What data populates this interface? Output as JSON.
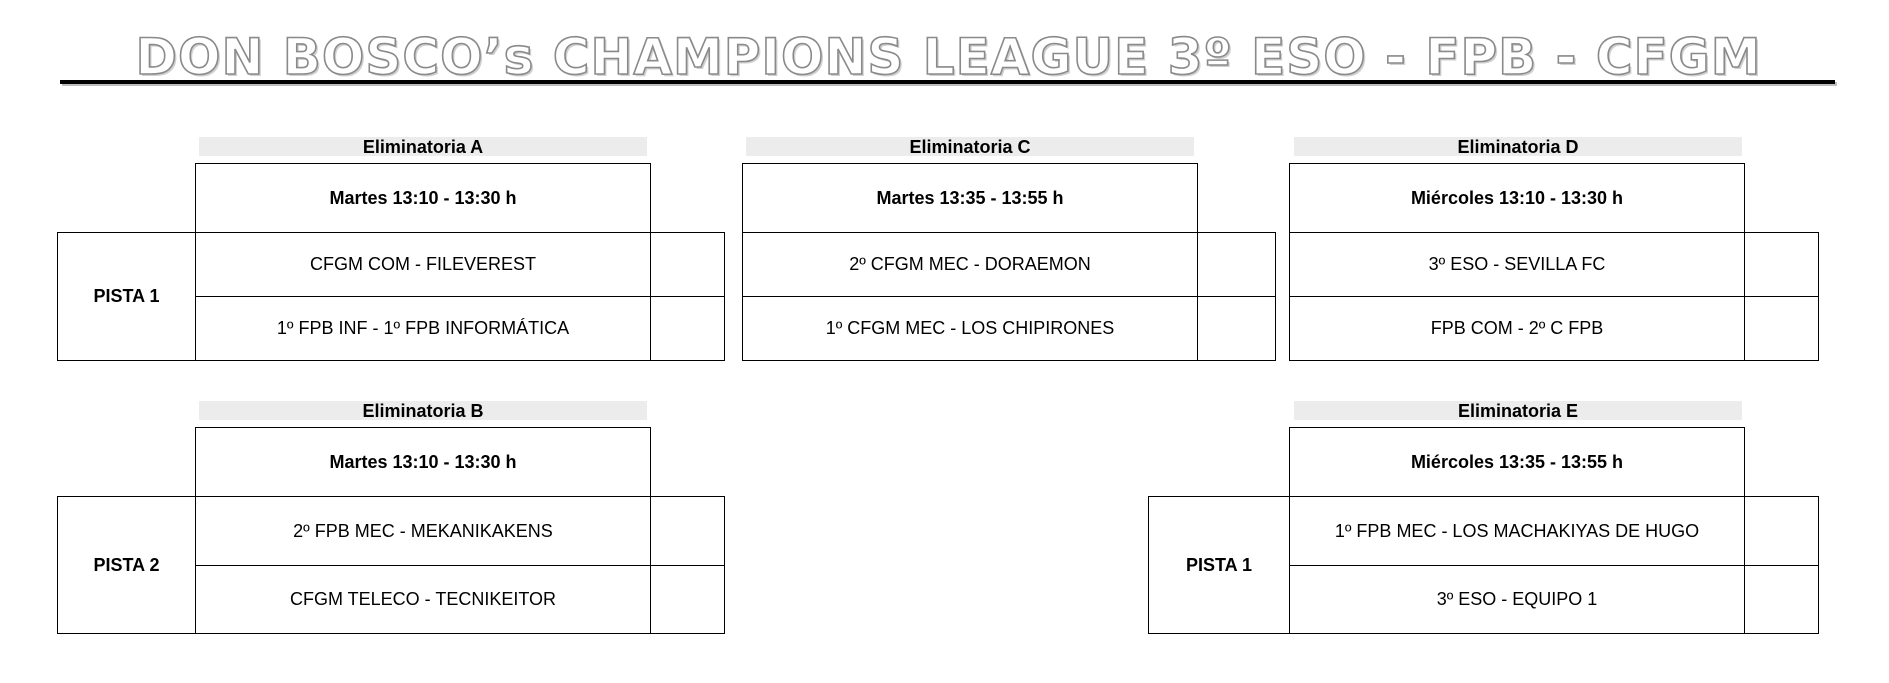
{
  "title": "DON BOSCO’s CHAMPIONS LEAGUE 3º ESO - FPB - CFGM",
  "groups": {
    "a": {
      "name": "Eliminatoria A",
      "time": "Martes 13:10 - 13:30 h",
      "pista": "PISTA 1",
      "matches": [
        "CFGM COM - FILEVEREST",
        "1º FPB INF - 1º FPB INFORMÁTICA"
      ]
    },
    "b": {
      "name": "Eliminatoria B",
      "time": "Martes 13:10 - 13:30 h",
      "pista": "PISTA 2",
      "matches": [
        "2º FPB MEC - MEKANIKAKENS",
        "CFGM TELECO - TECNIKEITOR"
      ]
    },
    "c": {
      "name": "Eliminatoria C",
      "time": "Martes 13:35 - 13:55 h",
      "matches": [
        "2º CFGM MEC - DORAEMON",
        "1º CFGM MEC - LOS CHIPIRONES"
      ]
    },
    "d": {
      "name": "Eliminatoria D",
      "time": "Miércoles 13:10 - 13:30 h",
      "matches": [
        "3º ESO - SEVILLA FC",
        "FPB COM - 2º C FPB"
      ]
    },
    "e": {
      "name": "Eliminatoria E",
      "time": "Miércoles 13:35 - 13:55 h",
      "pista": "PISTA 1",
      "matches": [
        "1º FPB MEC - LOS MACHAKIYAS DE HUGO",
        "3º ESO - EQUIPO 1"
      ]
    }
  }
}
